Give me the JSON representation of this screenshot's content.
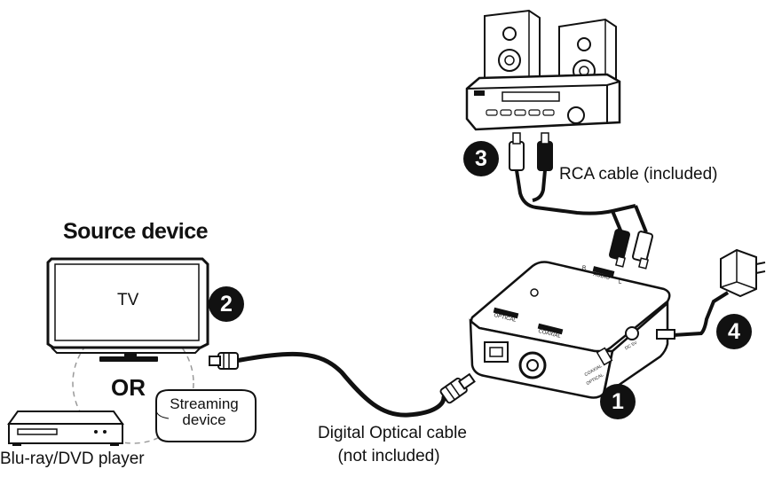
{
  "labels": {
    "source_device": "Source device",
    "tv": "TV",
    "or": "OR",
    "streaming_line1": "Streaming",
    "streaming_line2": "device",
    "bluray": "Blu-ray/DVD player",
    "optical_line1": "Digital Optical cable",
    "optical_line2": "(not included)",
    "rca": "RCA cable (included)"
  },
  "steps": {
    "one": "1",
    "two": "2",
    "three": "3",
    "four": "4"
  },
  "converter_markings": {
    "optical": "OPTICAL",
    "coaxial": "COAXIAL",
    "audio_out": "AUDIO",
    "left": "L",
    "right": "R",
    "switch_top": "COAXIAL",
    "switch_bottom": "OPTICAL",
    "dc": "DC 5V"
  },
  "colors": {
    "stroke": "#111111",
    "step_fill": "#111111",
    "step_text": "#ffffff",
    "device_fill": "#ffffff",
    "dash": "#9a9a9a"
  }
}
